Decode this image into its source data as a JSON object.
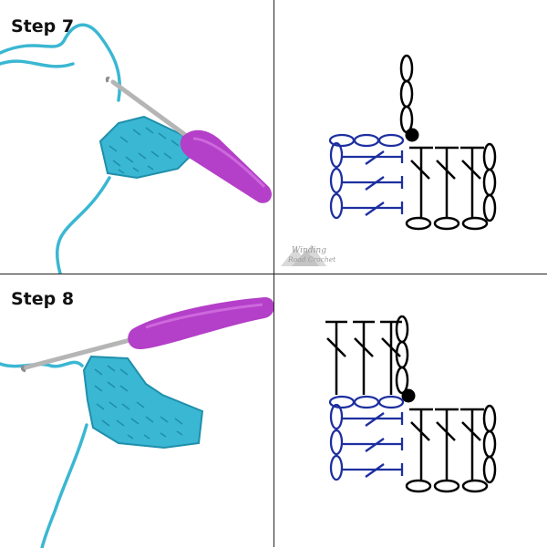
{
  "panels": {
    "top_left": {
      "label": "Step 7"
    },
    "bottom_left": {
      "label": "Step 8"
    }
  },
  "watermark": {
    "line1": "Winding",
    "line2": "Road Crochet"
  },
  "colors": {
    "yarn": "#3ab7d2",
    "yarn_dark": "#1f8fab",
    "hook_handle": "#b43fc8",
    "hook_shaft": "#b5b5b5",
    "stitch_black": "#000000",
    "stitch_blue": "#1d2fa0"
  }
}
